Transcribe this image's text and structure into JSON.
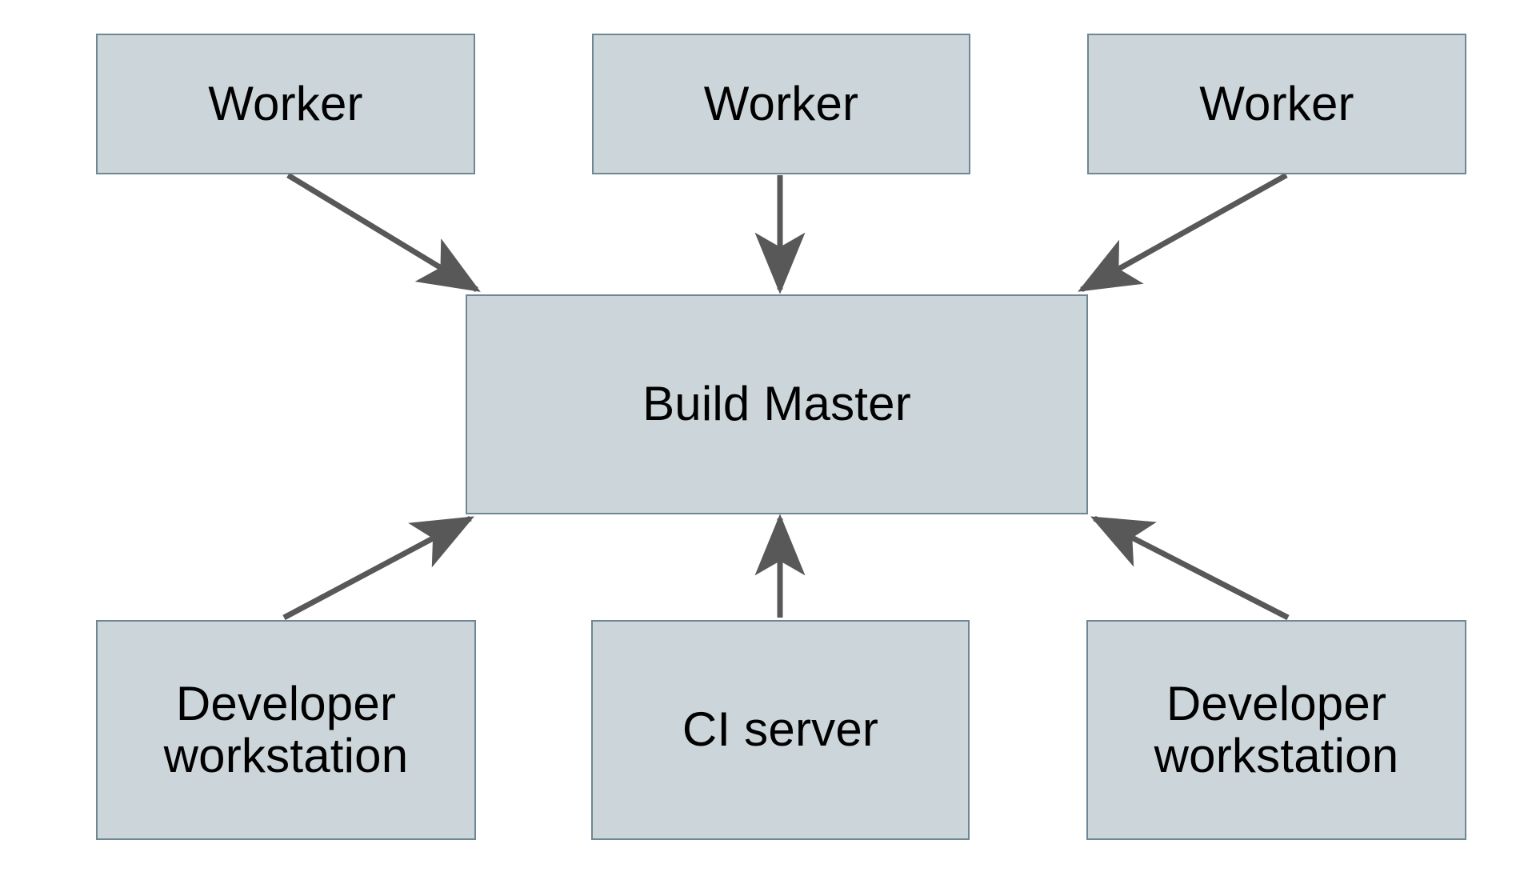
{
  "diagram": {
    "type": "node-edge-architecture-diagram",
    "background_color": "#ffffff",
    "node_fill_color": "#ccd6da",
    "node_border_color": "#6e8793",
    "edge_color": "#585858",
    "text_color": "#000000",
    "nodes": [
      {
        "id": "worker-1",
        "label": "Worker"
      },
      {
        "id": "worker-2",
        "label": "Worker"
      },
      {
        "id": "worker-3",
        "label": "Worker"
      },
      {
        "id": "build-master",
        "label": "Build Master"
      },
      {
        "id": "dev-workstation-left",
        "label": "Developer\nworkstation"
      },
      {
        "id": "ci-server",
        "label": "CI server"
      },
      {
        "id": "dev-workstation-right",
        "label": "Developer\nworkstation"
      }
    ],
    "edges": [
      {
        "from": "worker-1",
        "to": "build-master",
        "direction": "to",
        "style": "solid-arrow"
      },
      {
        "from": "worker-2",
        "to": "build-master",
        "direction": "to",
        "style": "solid-arrow"
      },
      {
        "from": "worker-3",
        "to": "build-master",
        "direction": "to",
        "style": "solid-arrow"
      },
      {
        "from": "dev-workstation-left",
        "to": "build-master",
        "direction": "to",
        "style": "solid-arrow"
      },
      {
        "from": "ci-server",
        "to": "build-master",
        "direction": "to",
        "style": "solid-arrow"
      },
      {
        "from": "dev-workstation-right",
        "to": "build-master",
        "direction": "to",
        "style": "solid-arrow"
      }
    ]
  }
}
